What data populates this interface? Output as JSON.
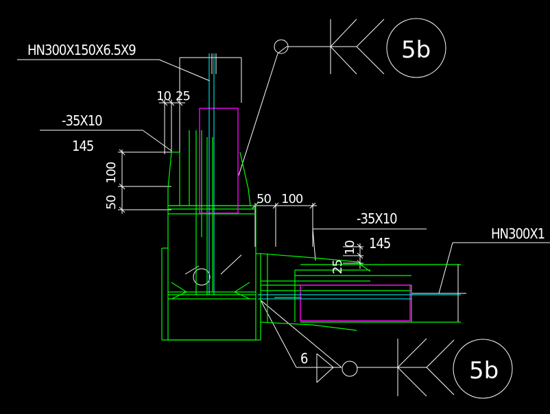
{
  "colors": {
    "background": "#000000",
    "annotation": "#ffffff",
    "steel": "#00ff00",
    "section": "#ff00ff",
    "centerline": "#00ffff"
  },
  "labels": {
    "beam_top": "HN300X150X6.5X9",
    "beam_right": "HN300X1",
    "plate_left": "-35X10",
    "plate_left_len": "145",
    "plate_right": "-35X10",
    "plate_right_len": "145"
  },
  "dimensions": {
    "d10": "10",
    "d25": "25",
    "d100_vertical": "100",
    "d50_vertical": "50",
    "d50_horizontal": "50",
    "d100_horizontal": "100",
    "d25_vertical": "25",
    "d10_vertical": "10"
  },
  "weld_symbols": {
    "top_ref": "5b",
    "bottom_ref": "5b",
    "fillet_size": "6"
  }
}
